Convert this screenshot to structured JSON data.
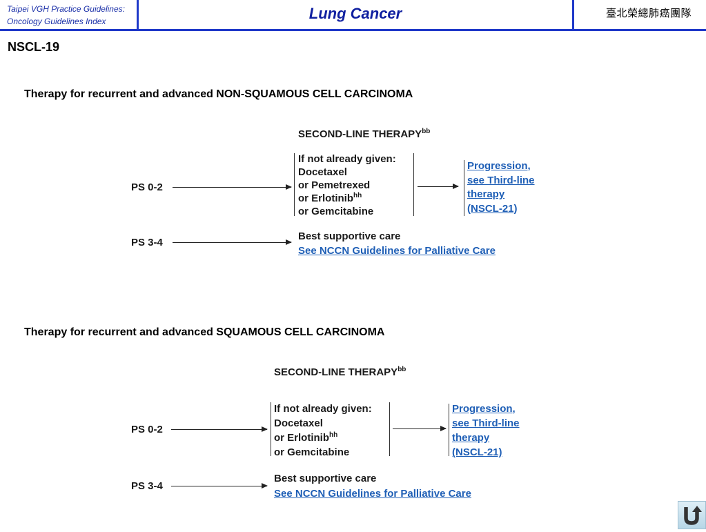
{
  "header": {
    "left_line1": "Taipei VGH Practice Guidelines:",
    "left_line2": "Oncology Guidelines Index",
    "title": "Lung Cancer",
    "right": "臺北榮總肺癌團隊"
  },
  "page_code": "NSCL-19",
  "sections": [
    {
      "title": "Therapy for recurrent and advanced NON-SQUAMOUS CELL CARCINOMA",
      "heading": "SECOND-LINE THERAPY",
      "heading_sup": "bb",
      "ps_high": "PS 0-2",
      "ps_low": "PS 3-4",
      "options": [
        "If not already given:",
        "Docetaxel",
        "or Pemetrexed",
        "or Erlotinib",
        "or Gemcitabine"
      ],
      "erlotinib_sup": "hh",
      "progression": [
        "Progression,",
        "see Third-line",
        "therapy",
        "(NSCL-21)"
      ],
      "bsc": "Best supportive care",
      "palliative_link": "See NCCN Guidelines for Palliative Care"
    },
    {
      "title": "Therapy for recurrent and advanced SQUAMOUS CELL CARCINOMA",
      "heading": "SECOND-LINE THERAPY",
      "heading_sup": "bb",
      "ps_high": "PS 0-2",
      "ps_low": "PS 3-4",
      "options": [
        "If not already given:",
        "Docetaxel",
        "or Erlotinib",
        "or Gemcitabine"
      ],
      "erlotinib_sup": "hh",
      "progression": [
        "Progression,",
        "see Third-line",
        "therapy",
        "(NSCL-21)"
      ],
      "bsc": "Best supportive care",
      "palliative_link": "See NCCN Guidelines for Palliative Care"
    }
  ],
  "nav": {
    "return_icon": "return-u-arrow-icon"
  }
}
